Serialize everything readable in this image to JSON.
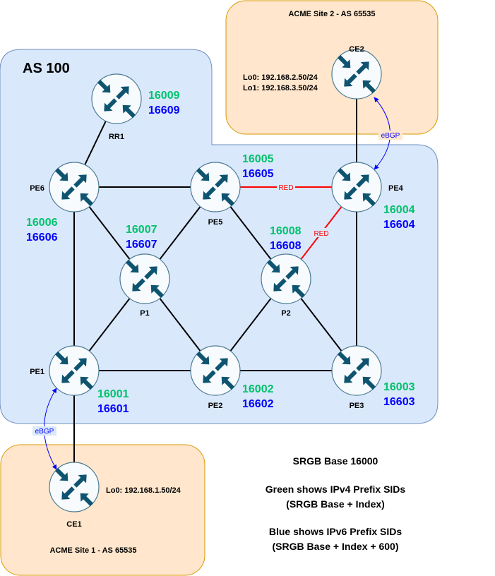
{
  "colors": {
    "as_fill": "#dae8fc",
    "as_stroke": "#6c8ebf",
    "site_fill": "#ffe6cc",
    "site_stroke": "#d79b00",
    "router_fill": "#f8fbfd",
    "router_stroke": "#4a7b94",
    "router_arrow": "#0e5470",
    "ipv4_sid": "#00c26b",
    "ipv6_sid": "#0000ff",
    "red_link": "#ff0000",
    "ebgp": "#0000ff"
  },
  "as_region": {
    "title": "AS 100"
  },
  "sites": [
    {
      "id": "site2",
      "title": "ACME Site 2 - AS 65535",
      "loopbacks": [
        "Lo0: 192.168.2.50/24",
        "Lo1: 192.168.3.50/24"
      ]
    },
    {
      "id": "site1",
      "title": "ACME Site 1 - AS 65535",
      "loopbacks": [
        "Lo0: 192.168.1.50/24"
      ]
    }
  ],
  "routers": [
    {
      "name": "RR1",
      "icon": "router-icon",
      "ipv4_sid": "16009",
      "ipv6_sid": "16609"
    },
    {
      "name": "PE6",
      "icon": "router-icon",
      "ipv4_sid": "16006",
      "ipv6_sid": "16606"
    },
    {
      "name": "PE5",
      "icon": "router-icon",
      "ipv4_sid": "16005",
      "ipv6_sid": "16605"
    },
    {
      "name": "PE4",
      "icon": "router-icon",
      "ipv4_sid": "16004",
      "ipv6_sid": "16604"
    },
    {
      "name": "P1",
      "icon": "router-icon",
      "ipv4_sid": "16007",
      "ipv6_sid": "16607"
    },
    {
      "name": "P2",
      "icon": "router-icon",
      "ipv4_sid": "16008",
      "ipv6_sid": "16608"
    },
    {
      "name": "PE1",
      "icon": "router-icon",
      "ipv4_sid": "16001",
      "ipv6_sid": "16601"
    },
    {
      "name": "PE2",
      "icon": "router-icon",
      "ipv4_sid": "16002",
      "ipv6_sid": "16602"
    },
    {
      "name": "PE3",
      "icon": "router-icon",
      "ipv4_sid": "16003",
      "ipv6_sid": "16603"
    },
    {
      "name": "CE2",
      "icon": "router-icon"
    },
    {
      "name": "CE1",
      "icon": "router-icon"
    }
  ],
  "links": [
    {
      "a": "RR1",
      "b": "PE6"
    },
    {
      "a": "PE6",
      "b": "PE5"
    },
    {
      "a": "PE5",
      "b": "PE4",
      "label": "RED"
    },
    {
      "a": "PE6",
      "b": "PE1"
    },
    {
      "a": "PE6",
      "b": "P1"
    },
    {
      "a": "PE5",
      "b": "P1"
    },
    {
      "a": "PE5",
      "b": "P2"
    },
    {
      "a": "P2",
      "b": "PE4",
      "label": "RED"
    },
    {
      "a": "PE4",
      "b": "PE3"
    },
    {
      "a": "P1",
      "b": "PE1"
    },
    {
      "a": "P1",
      "b": "PE2"
    },
    {
      "a": "P2",
      "b": "PE2"
    },
    {
      "a": "P2",
      "b": "PE3"
    },
    {
      "a": "PE1",
      "b": "PE2"
    },
    {
      "a": "PE2",
      "b": "PE3"
    },
    {
      "a": "PE4",
      "b": "CE2"
    },
    {
      "a": "PE1",
      "b": "CE1"
    }
  ],
  "ebgp_sessions": [
    {
      "a": "CE2",
      "b": "PE4",
      "label": "eBGP"
    },
    {
      "a": "PE1",
      "b": "CE1",
      "label": "eBGP"
    }
  ],
  "notes": {
    "srgb": "SRGB Base 16000",
    "green_line1": "Green shows IPv4 Prefix SIDs",
    "green_line2": "(SRGB Base + Index)",
    "blue_line1": "Blue shows IPv6 Prefix SIDs",
    "blue_line2": "(SRGB Base + Index + 600)"
  }
}
